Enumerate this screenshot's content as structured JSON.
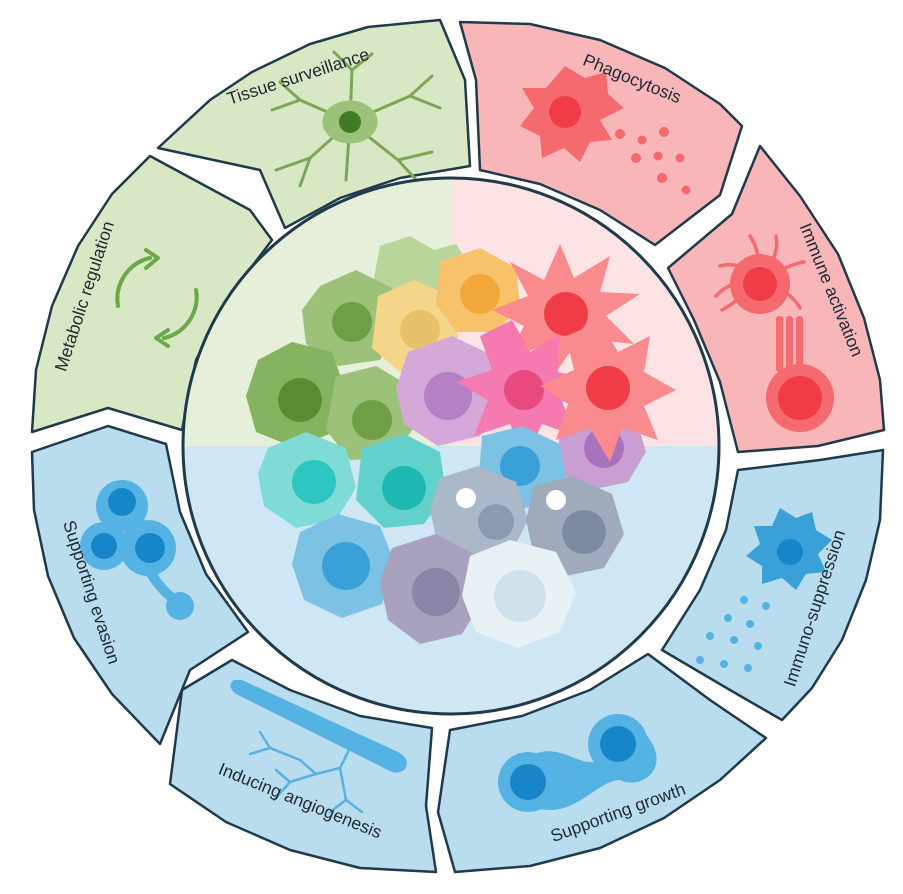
{
  "segments": [
    {
      "id": "tissue-surveillance",
      "label": "Tissue surveillance",
      "color": "#d8e8c4",
      "icon": "ramified-cell-icon"
    },
    {
      "id": "phagocytosis",
      "label": "Phagocytosis",
      "color": "#f9b6b8",
      "icon": "phagocyte-icon"
    },
    {
      "id": "immune-activation",
      "label": "Immune activation",
      "color": "#f9b6b8",
      "icon": "cell-contact-icon"
    },
    {
      "id": "immuno-suppression",
      "label": "Immuno-suppression",
      "color": "#b9dcee",
      "icon": "secreting-cell-icon"
    },
    {
      "id": "supporting-growth",
      "label": "Supporting growth",
      "color": "#b9dcee",
      "icon": "dividing-cell-icon"
    },
    {
      "id": "inducing-angiogenesis",
      "label": "Inducing angiogenesis",
      "color": "#b9dcee",
      "icon": "blood-vessel-icon"
    },
    {
      "id": "supporting-evasion",
      "label": "Supporting evasion",
      "color": "#b9dcee",
      "icon": "cell-cluster-icon"
    },
    {
      "id": "metabolic-regulation",
      "label": "Metabolic regulation",
      "color": "#d8e8c4",
      "icon": "cycle-arrows-icon"
    }
  ],
  "colors": {
    "green": "#d8e8c4",
    "red": "#f9b6b8",
    "blue": "#b9dcee",
    "outline": "#1f3a4a"
  }
}
